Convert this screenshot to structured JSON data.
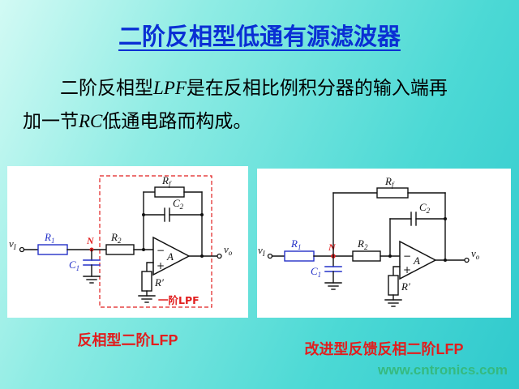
{
  "slide": {
    "title": "二阶反相型低通有源滤波器",
    "body": {
      "p1": "二阶反相型",
      "p2": "LPF",
      "p3": "是在反相比例积分器的输入端再",
      "p4": "加一节",
      "p5": "RC",
      "p6": "低通电路而构成。"
    },
    "watermark": "www.cntronics.com"
  },
  "labels": {
    "vin_main": "v",
    "vin_sub": "I",
    "r1_main": "R",
    "r1_sub": "1",
    "node_n": "N",
    "c1_main": "C",
    "c1_sub": "1",
    "r2_main": "R",
    "r2_sub": "2",
    "minus": "−",
    "plus": "+",
    "opamp": "A",
    "r_prime": "R′",
    "rf_main": "R",
    "rf_sub": "f",
    "c2_main": "C",
    "c2_sub": "2",
    "vout_main": "v",
    "vout_sub": "o"
  },
  "left_circuit": {
    "stage_label": "一阶LPF",
    "caption": "反相型二阶LFP"
  },
  "right_circuit": {
    "caption": "改进型反馈反相二阶LFP"
  },
  "colors": {
    "title_blue": "#0a2fd4",
    "caption_red": "#e11e1e",
    "component_blue": "#2431c8",
    "node_red": "#e11e1e",
    "watermark_green": "#35b878"
  }
}
